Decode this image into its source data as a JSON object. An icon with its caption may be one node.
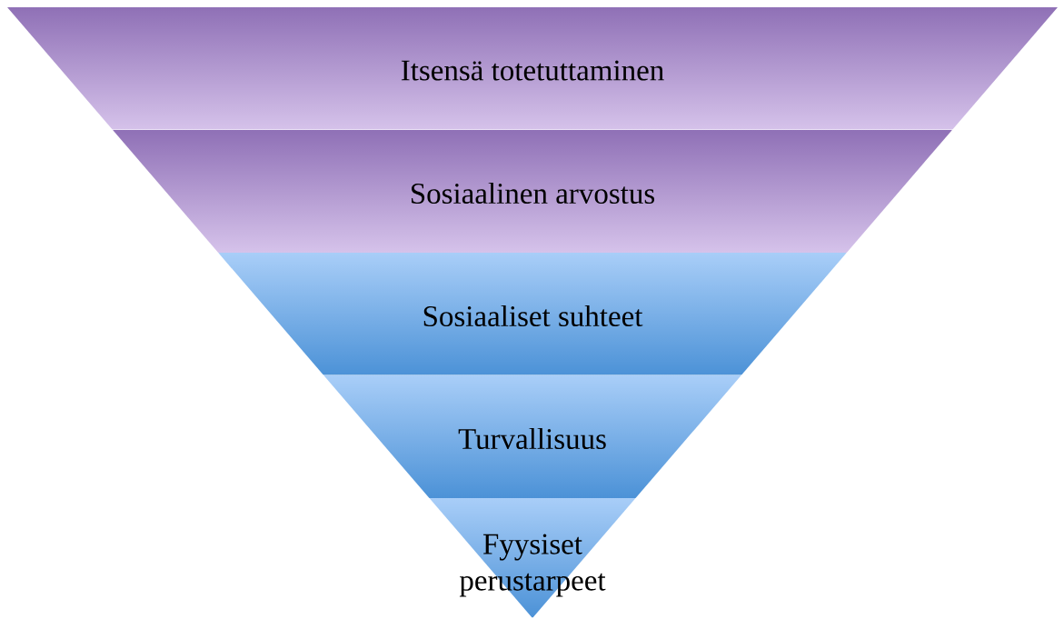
{
  "diagram": {
    "nodes": [
      {
        "text": [
          "Itsensä totetuttaminen"
        ]
      },
      {
        "text": [
          "Sosiaalinen arvostus"
        ]
      },
      {
        "text": [
          "Sosiaaliset suhteet"
        ]
      },
      {
        "text": [
          "Turvallisuus"
        ]
      },
      {
        "text": [
          "Fyysiset perustarpeet"
        ]
      }
    ]
  }
}
